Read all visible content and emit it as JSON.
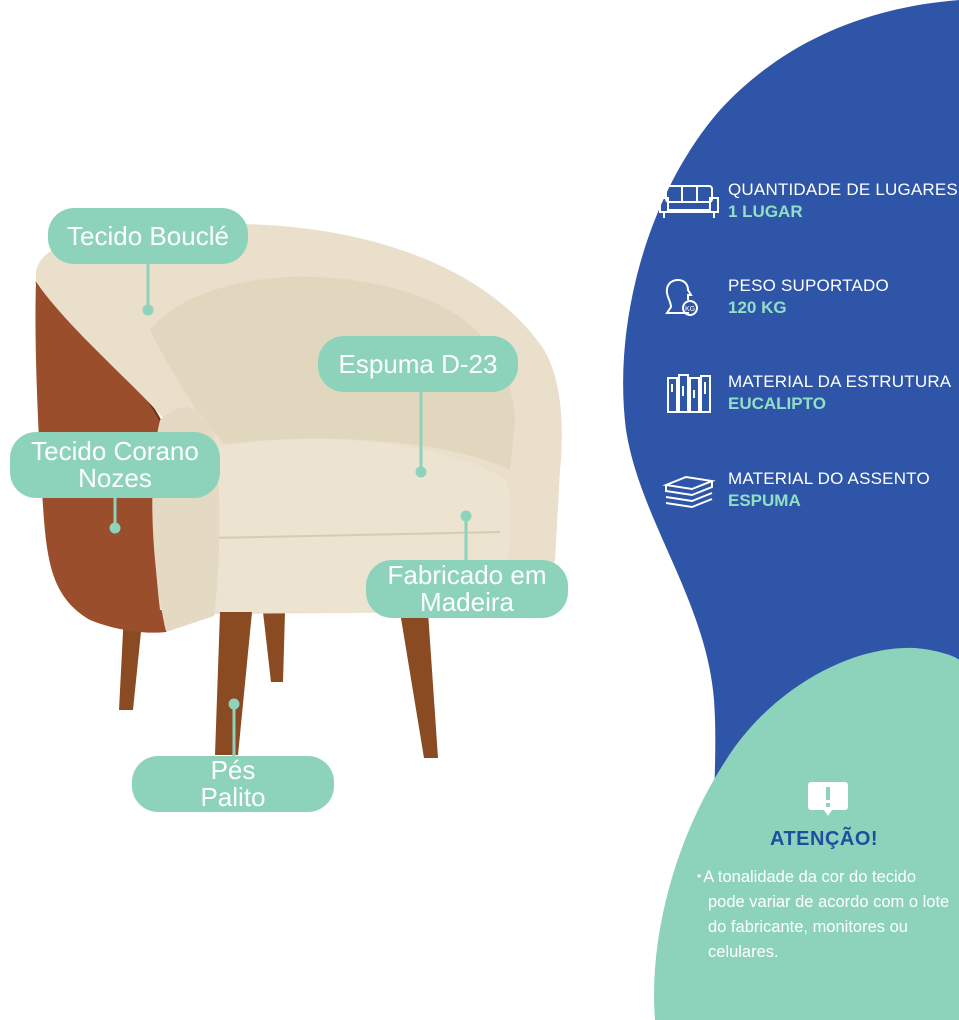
{
  "colors": {
    "blue_panel": "#2f55a8",
    "mint": "#8dd3bc",
    "mint_text": "#8fe0c4",
    "attention_title": "#1d4f9e",
    "fabric": "#e9dfca",
    "leather": "#9a4e2b",
    "wood": "#8a4a22"
  },
  "callouts": {
    "tecido_boucle": "Tecido Bouclé",
    "espuma": "Espuma D-23",
    "tecido_corano": "Tecido Corano\nNozes",
    "fabricado": "Fabricado em\nMadeira",
    "pes": "Pés\nPalito"
  },
  "specs": [
    {
      "icon": "sofa-icon",
      "label": "QUANTIDADE DE LUGARES",
      "value": "1 LUGAR"
    },
    {
      "icon": "weight-person-icon",
      "label": "PESO SUPORTADO",
      "value": "120 KG"
    },
    {
      "icon": "wood-planks-icon",
      "label": "MATERIAL DA ESTRUTURA",
      "value": "EUCALIPTO"
    },
    {
      "icon": "foam-layers-icon",
      "label": "MATERIAL DO ASSENTO",
      "value": "ESPUMA"
    }
  ],
  "attention": {
    "icon": "alert-bubble-icon",
    "title": "ATENÇÃO!",
    "bullet": "•",
    "first_line": "A tonalidade da cor do tecido",
    "rest": "pode variar de acordo com o lote do fabricante, monitores ou celulares."
  }
}
